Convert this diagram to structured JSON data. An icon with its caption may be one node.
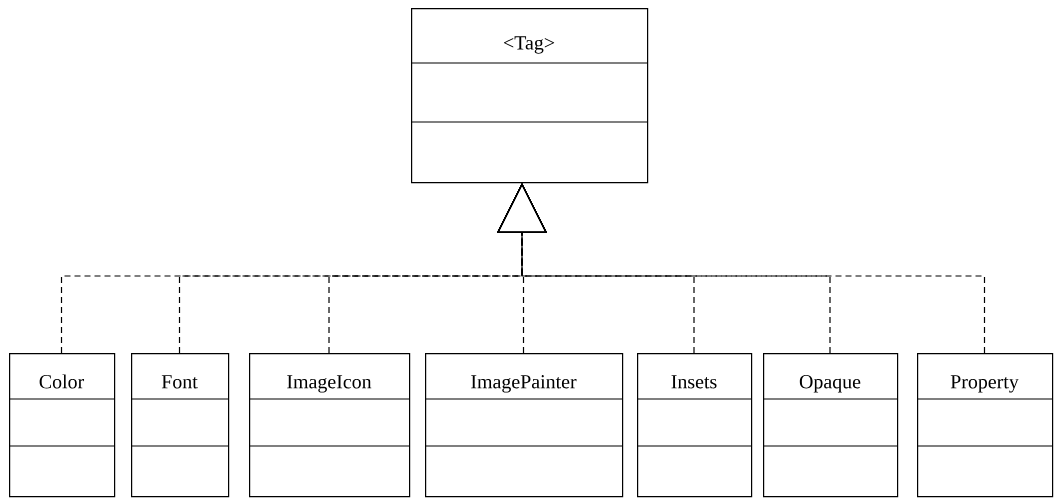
{
  "diagram": {
    "nodes": [
      {
        "text": [
          "<Tag>"
        ]
      },
      {
        "text": [
          "Color"
        ]
      },
      {
        "text": [
          "Font"
        ]
      },
      {
        "text": [
          "ImageIcon"
        ]
      },
      {
        "text": [
          "ImagePainter"
        ]
      },
      {
        "text": [
          "Insets"
        ]
      },
      {
        "text": [
          "Opaque"
        ]
      },
      {
        "text": [
          "Property"
        ]
      }
    ],
    "edges": [
      {
        "from": 1,
        "to": 0,
        "arrow": "to",
        "style": "dashed"
      },
      {
        "from": 2,
        "to": 0,
        "arrow": "to",
        "style": "dashed"
      },
      {
        "from": 3,
        "to": 0,
        "arrow": "to",
        "style": "dashed"
      },
      {
        "from": 4,
        "to": 0,
        "arrow": "to",
        "style": "dashed"
      },
      {
        "from": 5,
        "to": 0,
        "arrow": "to",
        "style": "dashed"
      },
      {
        "from": 6,
        "to": 0,
        "arrow": "to",
        "style": "dashed"
      },
      {
        "from": 7,
        "to": 0,
        "arrow": "to",
        "style": "dashed"
      }
    ]
  }
}
